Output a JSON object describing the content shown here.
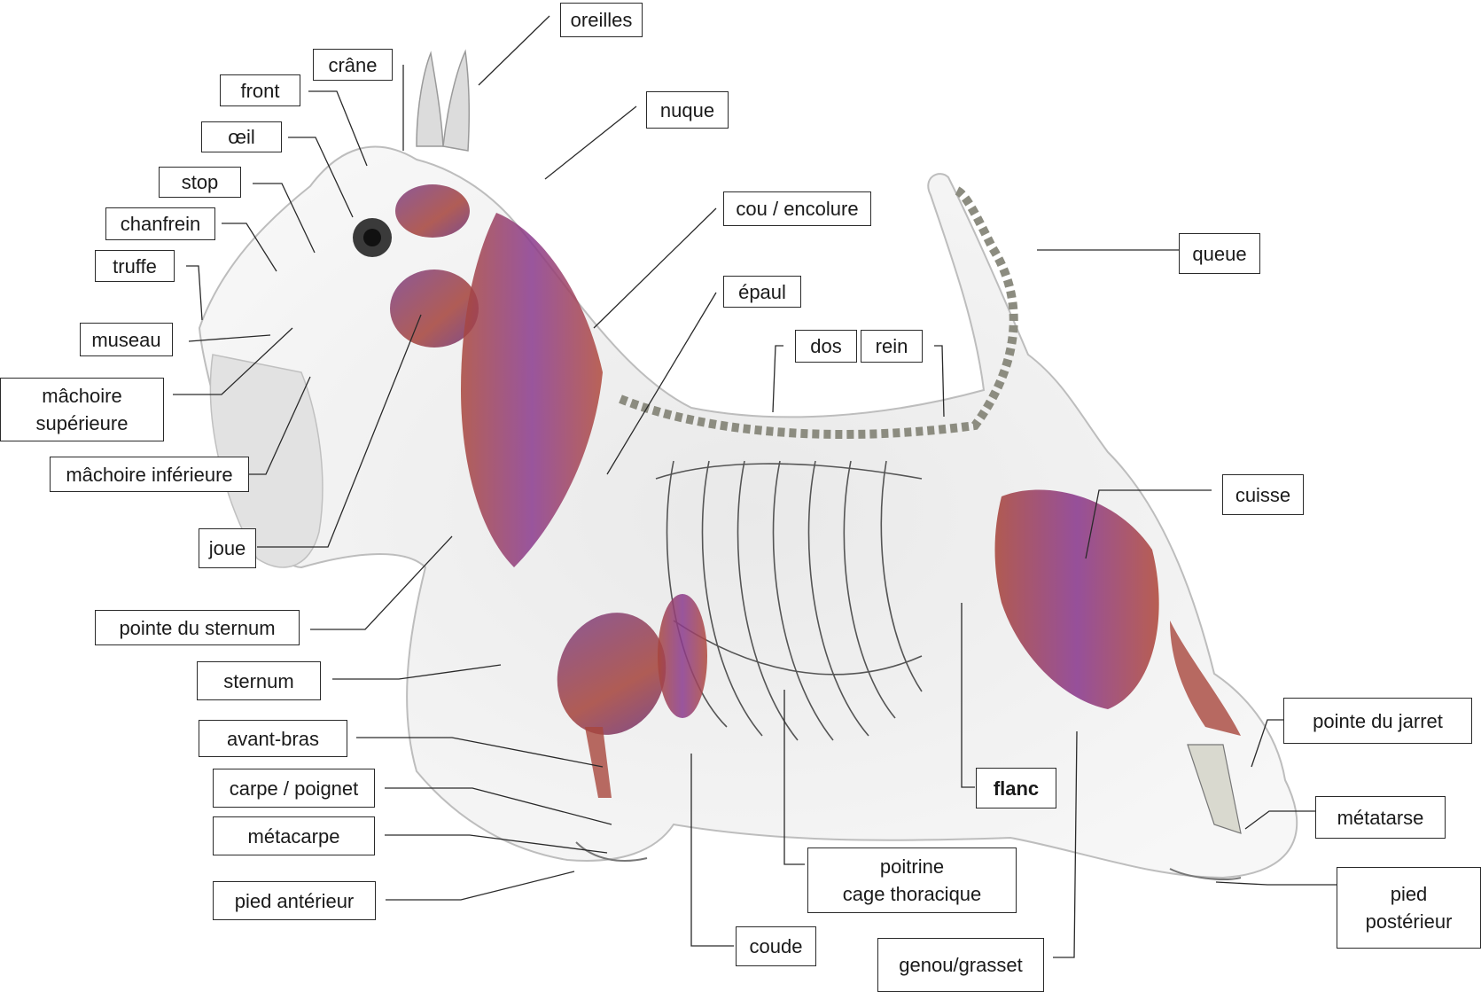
{
  "labels": {
    "oreilles": "oreilles",
    "crane": "crâne",
    "front": "front",
    "oeil": "œil",
    "stop": "stop",
    "chanfrein": "chanfrein",
    "truffe": "truffe",
    "museau": "museau",
    "machoire_sup": "mâchoire\nsupérieure",
    "machoire_inf": "mâchoire inférieure",
    "joue": "joue",
    "pointe_sternum": "pointe du sternum",
    "sternum": "sternum",
    "avant_bras": "avant-bras",
    "carpe": "carpe / poignet",
    "metacarpe": "métacarpe",
    "pied_ant": "pied antérieur",
    "coude": "coude",
    "poitrine": "poitrine\ncage thoracique",
    "genou": "genou/grasset",
    "flanc": "flanc",
    "nuque": "nuque",
    "cou": "cou / encolure",
    "epaul": "épaul",
    "dos": "dos",
    "rein": "rein",
    "queue": "queue",
    "cuisse": "cuisse",
    "pointe_jarret": "pointe du jarret",
    "metatarse": "métatarse",
    "pied_post": "pied\npostérieur"
  },
  "colors": {
    "line": "#2a2a2a",
    "fur": "#d8d8d8",
    "bone": "#c9c9bd",
    "muscle_red": "#9c3b3b",
    "muscle_purple": "#7b3e86"
  }
}
